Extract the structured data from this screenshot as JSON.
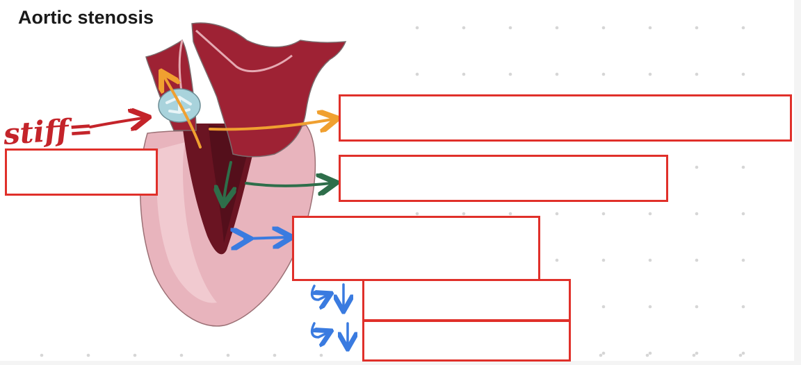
{
  "title": "Aortic stenosis",
  "annotation": {
    "stiff": "stiff="
  },
  "colors": {
    "box_border": "#e0302a",
    "orange_arrow": "#f0a030",
    "green_arrow": "#2e6e4a",
    "blue_arrow": "#3a7be0",
    "red_ink": "#c4242a",
    "heart_outer": "#e8b4bd",
    "heart_inner": "#8a1a2c",
    "aorta": "#9e2234",
    "valve": "#a9d3dc"
  },
  "answer_boxes": [
    {
      "id": "valve-label",
      "value": ""
    },
    {
      "id": "outflow-label",
      "value": ""
    },
    {
      "id": "lv-pressure-label",
      "value": ""
    },
    {
      "id": "wall-label",
      "value": ""
    },
    {
      "id": "consequence-1-label",
      "value": ""
    },
    {
      "id": "consequence-2-label",
      "value": ""
    }
  ]
}
